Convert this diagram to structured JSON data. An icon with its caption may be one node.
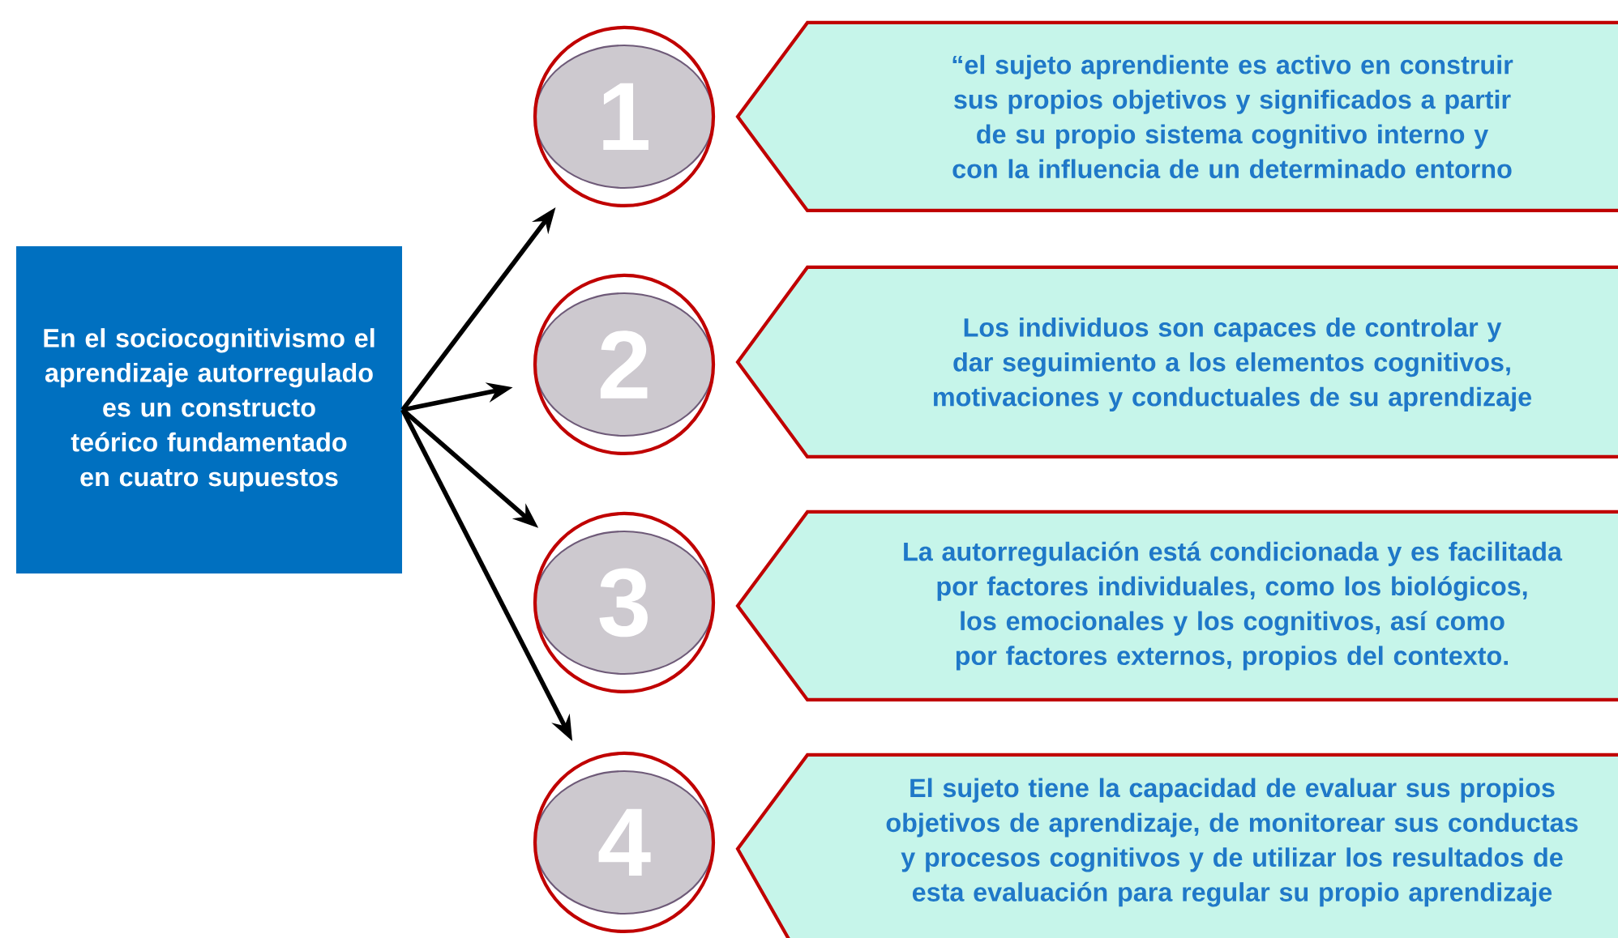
{
  "diagram": {
    "nodes": [
      {
        "text": [
          "En el sociocognitivismo el aprendizaje autorregulado es un constructo teórico fundamentado en cuatro supuestos"
        ]
      },
      {
        "text": [
          "1"
        ]
      },
      {
        "text": [
          "“el sujeto aprendiente es activo en construir sus propios objetivos y significados a partir de su propio sistema cognitivo interno y con la influencia de un determinado entorno"
        ]
      },
      {
        "text": [
          "2"
        ]
      },
      {
        "text": [
          "Los individuos son capaces de controlar y dar seguimiento a los elementos cognitivos, motivaciones y conductuales de su aprendizaje"
        ]
      },
      {
        "text": [
          "3"
        ]
      },
      {
        "text": [
          "La autorregulación está condicionada y es facilitada por factores individuales, como los biológicos, los emocionales y los cognitivos, así como por factores externos, propios del contexto."
        ]
      },
      {
        "text": [
          "4"
        ]
      },
      {
        "text": [
          "El sujeto tiene la capacidad de evaluar sus propios objetivos de aprendizaje, de monitorear sus conductas y procesos cognitivos y de utilizar los resultados de esta evaluación para regular su propio aprendizaje"
        ]
      }
    ],
    "edges": [
      {
        "from": 0,
        "to": 1,
        "arrow": "to"
      },
      {
        "from": 0,
        "to": 3,
        "arrow": "to"
      },
      {
        "from": 0,
        "to": 5,
        "arrow": "to"
      },
      {
        "from": 0,
        "to": 7,
        "arrow": "to"
      }
    ]
  }
}
